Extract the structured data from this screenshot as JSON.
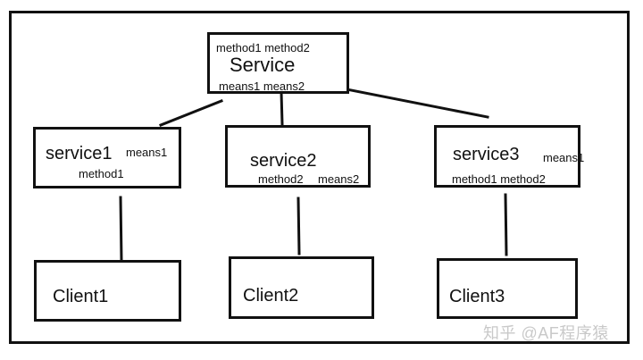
{
  "service": {
    "methods": "method1  method2",
    "title": "Service",
    "means": "means1  means2"
  },
  "service1": {
    "title": "service1",
    "means": "means1",
    "methods": "method1"
  },
  "service2": {
    "title": "service2",
    "methods": "method2",
    "means": "means2"
  },
  "service3": {
    "title": "service3",
    "means": "means1",
    "methods": "method1 method2"
  },
  "clients": {
    "client1": "Client1",
    "client2": "Client2",
    "client3": "Client3"
  },
  "watermark": "知乎 @AF程序猿"
}
